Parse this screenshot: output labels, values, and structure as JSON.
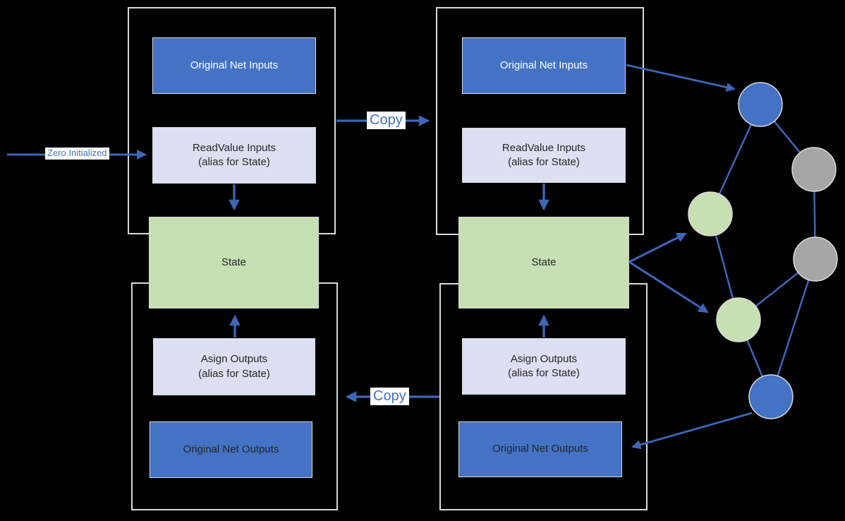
{
  "colors": {
    "background": "#000000",
    "blue": "#4472C4",
    "lavender": "#DCE0F2",
    "green": "#C6E0B4",
    "gray": "#A6A6A6",
    "arrow": "#3E66B8",
    "shape_border": "#D9D9D9",
    "label_blue": "#4472C4"
  },
  "left_network": {
    "inputs_section": {
      "original_net_inputs": "Original Net Inputs",
      "readvalue_inputs": "ReadValue Inputs\n(alias for State)"
    },
    "state": "State",
    "outputs_section": {
      "asign_outputs": "Asign Outputs\n(alias for State)",
      "original_net_outputs": "Original Net Outputs"
    }
  },
  "right_network": {
    "inputs_section": {
      "original_net_inputs": "Original Net Inputs",
      "readvalue_inputs": "ReadValue Inputs\n(alias for State)"
    },
    "state": "State",
    "outputs_section": {
      "asign_outputs": "Asign Outputs\n(alias for State)",
      "original_net_outputs": "Original Net Outputs"
    }
  },
  "labels": {
    "zero_initialized": "Zero Initialized",
    "copy_top": "Copy",
    "copy_bottom": "Copy"
  },
  "graph": {
    "nodes": [
      {
        "id": "top-blue",
        "color": "blue"
      },
      {
        "id": "upper-gray",
        "color": "gray"
      },
      {
        "id": "upper-green",
        "color": "green"
      },
      {
        "id": "lower-gray",
        "color": "gray"
      },
      {
        "id": "lower-green",
        "color": "green"
      },
      {
        "id": "bottom-blue",
        "color": "blue"
      }
    ],
    "edges": [
      [
        "top-blue",
        "upper-green"
      ],
      [
        "top-blue",
        "upper-gray"
      ],
      [
        "upper-gray",
        "lower-gray"
      ],
      [
        "upper-green",
        "lower-green"
      ],
      [
        "lower-gray",
        "lower-green"
      ],
      [
        "lower-gray",
        "bottom-blue"
      ],
      [
        "lower-green",
        "bottom-blue"
      ]
    ]
  }
}
